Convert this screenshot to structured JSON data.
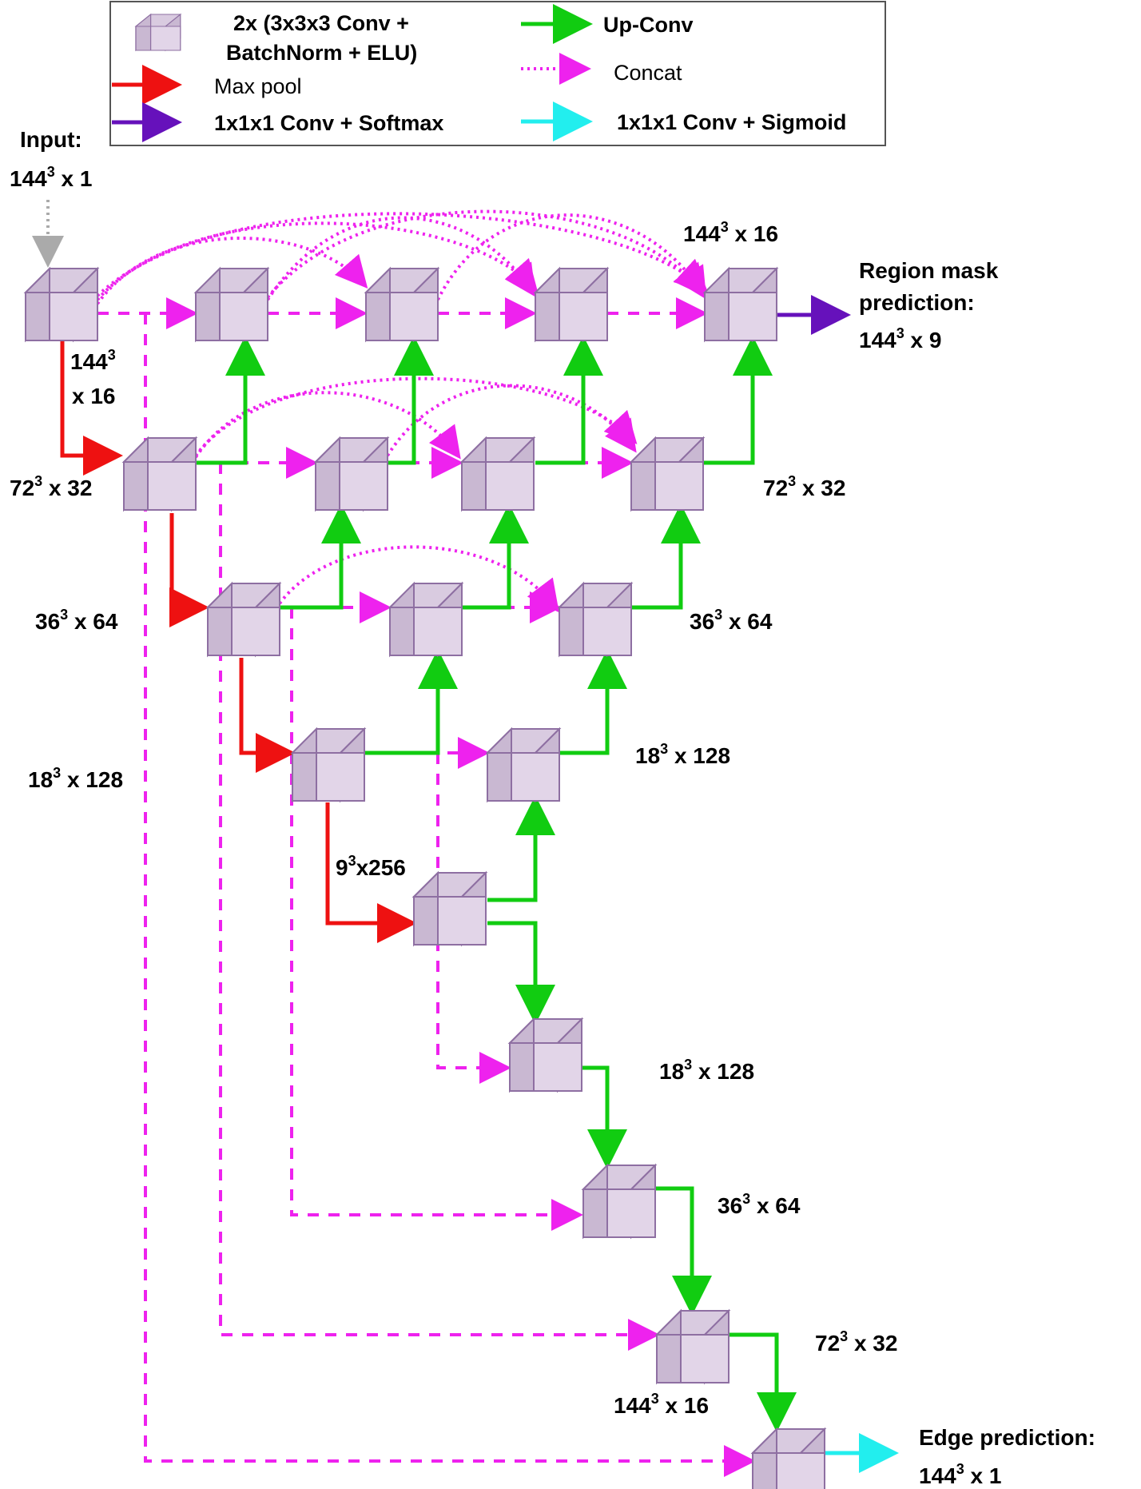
{
  "legend": {
    "block_line1": "2x (3x3x3 Conv +",
    "block_line2": "BatchNorm + ELU)",
    "max_pool": "Max pool",
    "softmax": "1x1x1 Conv + Softmax",
    "up_conv": "Up-Conv",
    "concat": "Concat",
    "sigmoid": "1x1x1 Conv + Sigmoid"
  },
  "input": {
    "title": "Input:",
    "base": "144",
    "sup": "3",
    "rest": " x 1"
  },
  "labels": [
    {
      "id": "top-right",
      "base": "144",
      "sup": "3",
      "rest": " x 16"
    },
    {
      "id": "first-block",
      "base": "144",
      "sup": "3",
      "rest": ""
    },
    {
      "id": "first-block-2",
      "base": "",
      "sup": "",
      "rest": "x 16"
    },
    {
      "id": "row2-left",
      "base": "72",
      "sup": "3",
      "rest": " x 32"
    },
    {
      "id": "row2-right",
      "base": "72",
      "sup": "3",
      "rest": " x 32"
    },
    {
      "id": "row3-left",
      "base": "36",
      "sup": "3",
      "rest": " x 64"
    },
    {
      "id": "row3-right",
      "base": "36",
      "sup": "3",
      "rest": " x 64"
    },
    {
      "id": "row4-left",
      "base": "18",
      "sup": "3",
      "rest": " x 128"
    },
    {
      "id": "row4-right",
      "base": "18",
      "sup": "3",
      "rest": " x 128"
    },
    {
      "id": "bottleneck",
      "base": "9",
      "sup": "3",
      "rest": "x256"
    },
    {
      "id": "edge-18",
      "base": "18",
      "sup": "3",
      "rest": " x 128"
    },
    {
      "id": "edge-36",
      "base": "36",
      "sup": "3",
      "rest": " x 64"
    },
    {
      "id": "edge-72",
      "base": "72",
      "sup": "3",
      "rest": " x 32"
    },
    {
      "id": "edge-144",
      "base": "144",
      "sup": "3",
      "rest": " x 16"
    }
  ],
  "outputs": {
    "region_line1": "Region mask",
    "region_line2": "prediction:",
    "region_base": "144",
    "region_sup": "3",
    "region_rest": " x 9",
    "edge_line1": "Edge prediction:",
    "edge_base": "144",
    "edge_sup": "3",
    "edge_rest": " x 1"
  },
  "colors": {
    "max_pool": "#ee1111",
    "up_conv": "#11cc11",
    "concat": "#ee22ee",
    "softmax": "#6611bb",
    "sigmoid": "#22eeee",
    "block": "#e2d5e8"
  }
}
